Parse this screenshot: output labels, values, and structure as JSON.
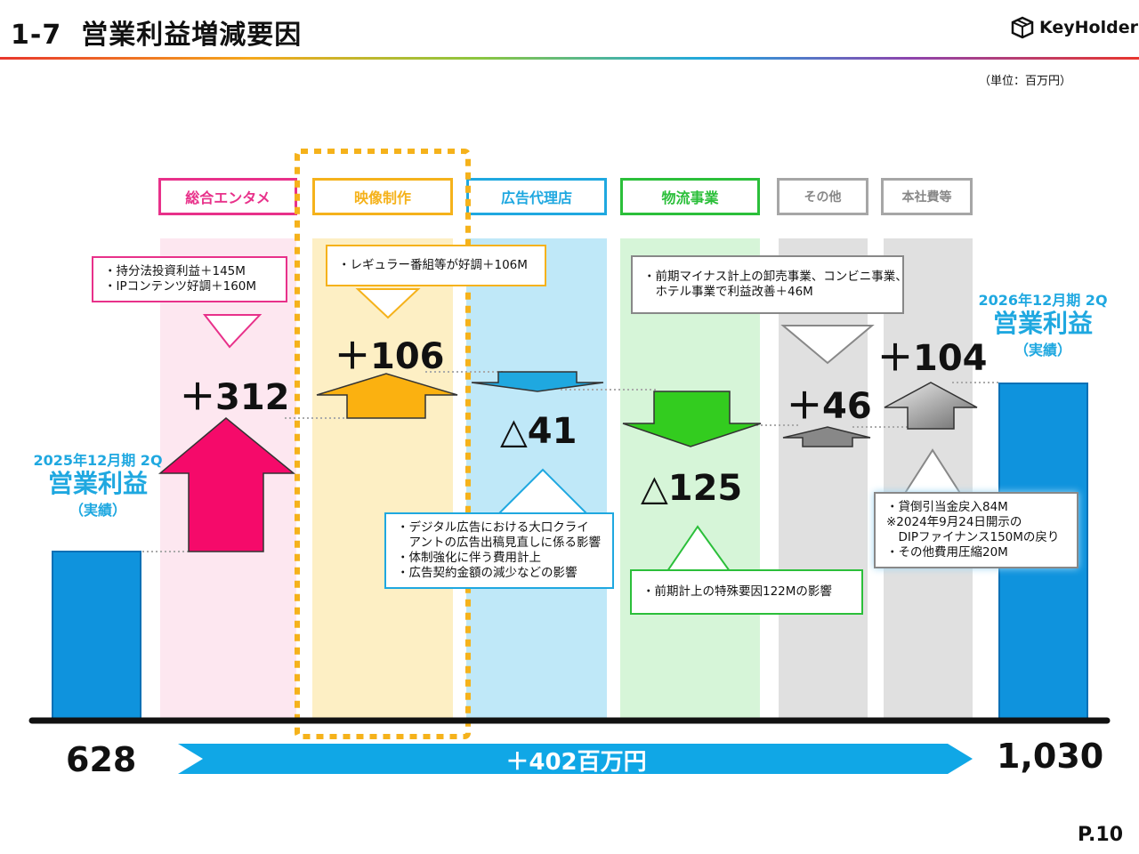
{
  "header": {
    "section_number": "1-7",
    "title": "営業利益増減要因",
    "logo_text": "KeyHolder",
    "unit": "（単位：百万円）"
  },
  "categories": [
    {
      "label": "総合エンタメ",
      "color": "#e8318a",
      "bg": "#fde7f0",
      "value_text": "＋312"
    },
    {
      "label": "映像制作",
      "color": "#f5b21b",
      "bg": "#fdefc4",
      "value_text": "＋106"
    },
    {
      "label": "広告代理店",
      "color": "#1fa8e0",
      "bg": "#bfe8f8",
      "value_text": "△41"
    },
    {
      "label": "物流事業",
      "color": "#2bbf3a",
      "bg": "#d6f5d8",
      "value_text": "△125"
    },
    {
      "label": "その他",
      "color": "#a6a6a6",
      "bg": "#e0e0e0",
      "value_text": "＋46"
    },
    {
      "label": "本社費等",
      "color": "#a6a6a6",
      "bg": "#e0e0e0",
      "value_text": "＋104"
    }
  ],
  "notes": {
    "entame": [
      "・持分法投資利益＋145M",
      "・IPコンテンツ好調＋160M"
    ],
    "eizo": [
      "・レギュラー番組等が好調＋106M"
    ],
    "kokoku": [
      "・デジタル広告における大口クライ",
      "　アントの広告出稿見直しに係る影響",
      "・体制強化に伴う費用計上",
      "・広告契約金額の減少などの影響"
    ],
    "butsuryu": [
      "・前期計上の特殊要因122Mの影響"
    ],
    "sonota": [
      "・前期マイナス計上の卸売事業、コンビニ事業、",
      "　ホテル事業で利益改善＋46M"
    ],
    "honsha": [
      "・貸倒引当金戻入84M",
      "※2024年9月24日開示の",
      "　DIPファイナンス150Mの戻り",
      "・その他費用圧縮20M"
    ]
  },
  "start": {
    "line1": "2025年12月期 2Q",
    "line2": "営業利益",
    "line3": "（実績）",
    "value_text": "628"
  },
  "end": {
    "line1": "2026年12月期 2Q",
    "line2": "営業利益",
    "line3": "（実績）",
    "value_text": "1,030"
  },
  "total_change": "＋402百万円",
  "page_number": "P.10",
  "chart_data": {
    "type": "bar",
    "subtype": "waterfall",
    "title": "営業利益増減要因",
    "unit": "百万円",
    "categories": [
      "2025年12月期 2Q 営業利益（実績）",
      "総合エンタメ",
      "映像制作",
      "広告代理店",
      "物流事業",
      "その他",
      "本社費等",
      "2026年12月期 2Q 営業利益（実績）"
    ],
    "values": [
      628,
      312,
      106,
      -41,
      -125,
      46,
      104,
      1030
    ],
    "running_totals": [
      628,
      940,
      1046,
      1005,
      880,
      926,
      1030,
      1030
    ],
    "total_change": 402,
    "grid": false,
    "legend": "none"
  }
}
